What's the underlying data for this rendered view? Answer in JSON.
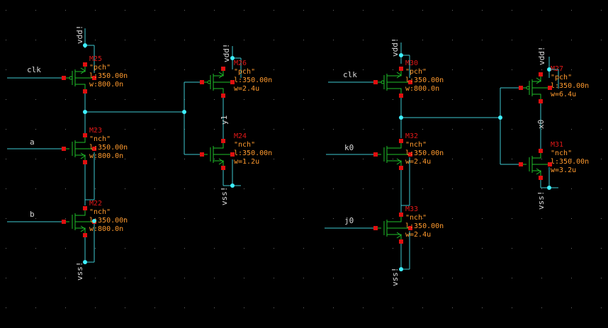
{
  "colors": {
    "background": "#000000",
    "wire": "#3ec8d0",
    "device": "#1fbf2a",
    "pin": "#e01010",
    "instance": "#e01818",
    "param": "#ff9a2e",
    "junction": "#3ef0ff"
  },
  "nets": {
    "clk_a": "clk",
    "a": "a",
    "b": "b",
    "vdd_1": "vdd!",
    "vss_1": "vss!",
    "vdd_2": "vdd!",
    "y1": "y1",
    "vss_2": "vss!",
    "clk_b": "clk",
    "k0": "k0",
    "j0": "j0",
    "vdd_3": "vdd!",
    "vss_3": "vss!",
    "vdd_4": "vdd!",
    "x0": "x0",
    "vss_4": "vss!"
  },
  "devices": {
    "M25": {
      "name": "M25",
      "model": "\"pch\"",
      "l": "l:350.00n",
      "w": "w:800.0n"
    },
    "M23": {
      "name": "M23",
      "model": "\"nch\"",
      "l": "l:350.00n",
      "w": "w:800.0n"
    },
    "M22": {
      "name": "M22",
      "model": "\"nch\"",
      "l": "l:350.00n",
      "w": "w:800.0n"
    },
    "M26": {
      "name": "M26",
      "model": "\"pch\"",
      "l": "l:350.00n",
      "w": "w=2.4u"
    },
    "M24": {
      "name": "M24",
      "model": "\"nch\"",
      "l": "l:350.00n",
      "w": "w=1.2u"
    },
    "M30": {
      "name": "M30",
      "model": "\"pch\"",
      "l": "l:350.00n",
      "w": "w:800.0n"
    },
    "M32": {
      "name": "M32",
      "model": "\"nch\"",
      "l": "l:350.00n",
      "w": "w=2.4u"
    },
    "M33": {
      "name": "M33",
      "model": "\"nch\"",
      "l": "l:350.00n",
      "w": "w=2.4u"
    },
    "M27": {
      "name": "M27",
      "model": "\"pch\"",
      "l": "l:350.00n",
      "w": "w=6.4u"
    },
    "M31": {
      "name": "M31",
      "model": "\"nch\"",
      "l": "l:350.00n",
      "w": "w=3.2u"
    }
  }
}
